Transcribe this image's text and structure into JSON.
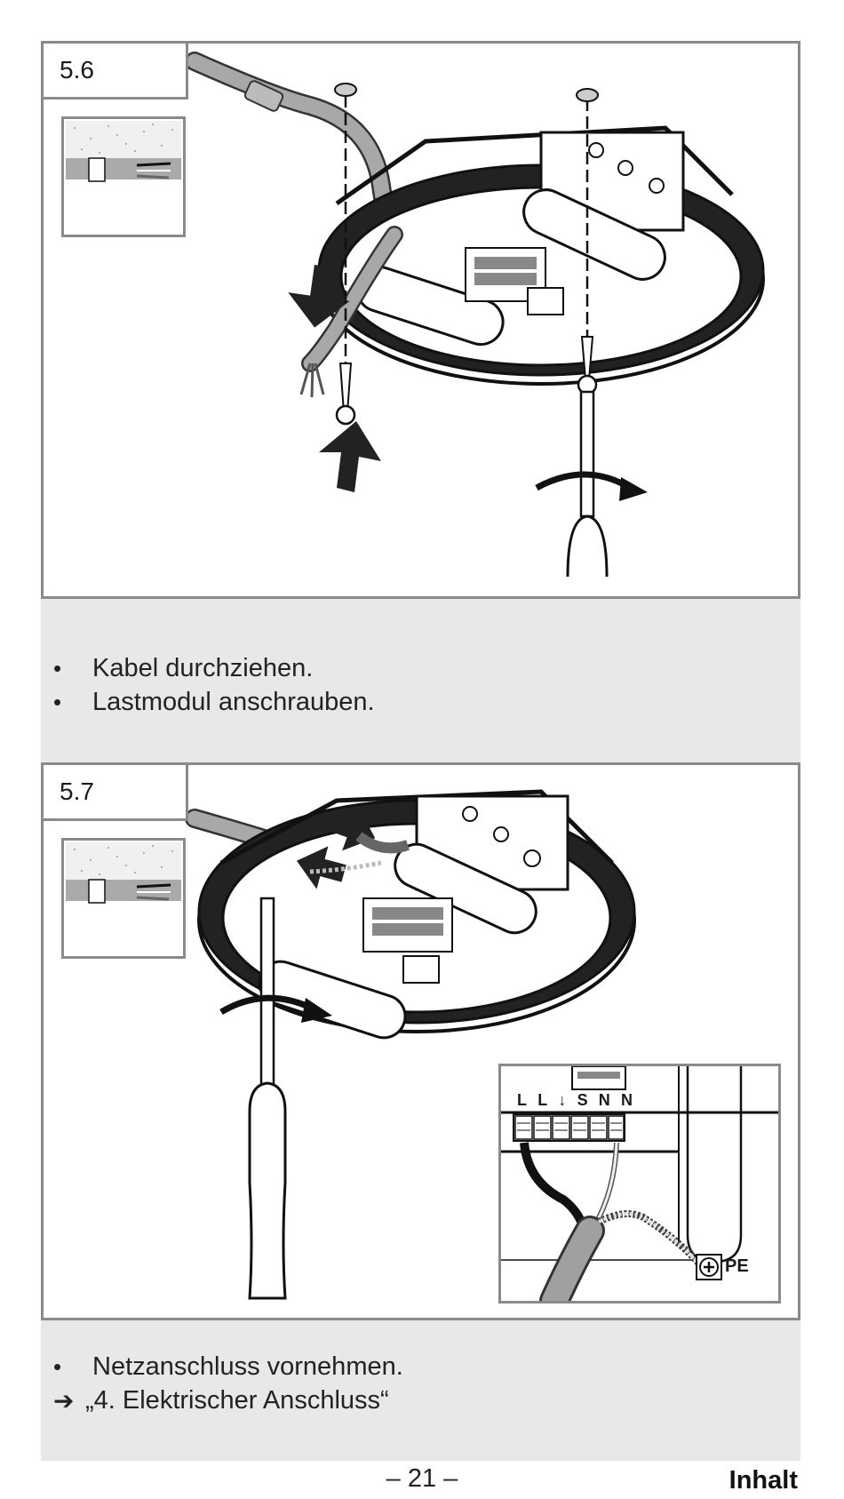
{
  "steps": [
    {
      "number": "5.6",
      "bullets": [
        "Kabel durchziehen.",
        "Lastmodul anschrauben."
      ]
    },
    {
      "number": "5.7",
      "bullets": [
        "Netzanschluss vornehmen."
      ],
      "reference": "„4. Elektrischer Anschluss“",
      "terminal_labels": [
        "L",
        "L",
        "↓",
        "S",
        "N",
        "N"
      ],
      "pe_label": "PE"
    }
  ],
  "footer": {
    "page_number": "– 21 –",
    "contents_link": "Inhalt"
  },
  "icons": {
    "bullet": "•",
    "reference_arrow": "➔"
  }
}
